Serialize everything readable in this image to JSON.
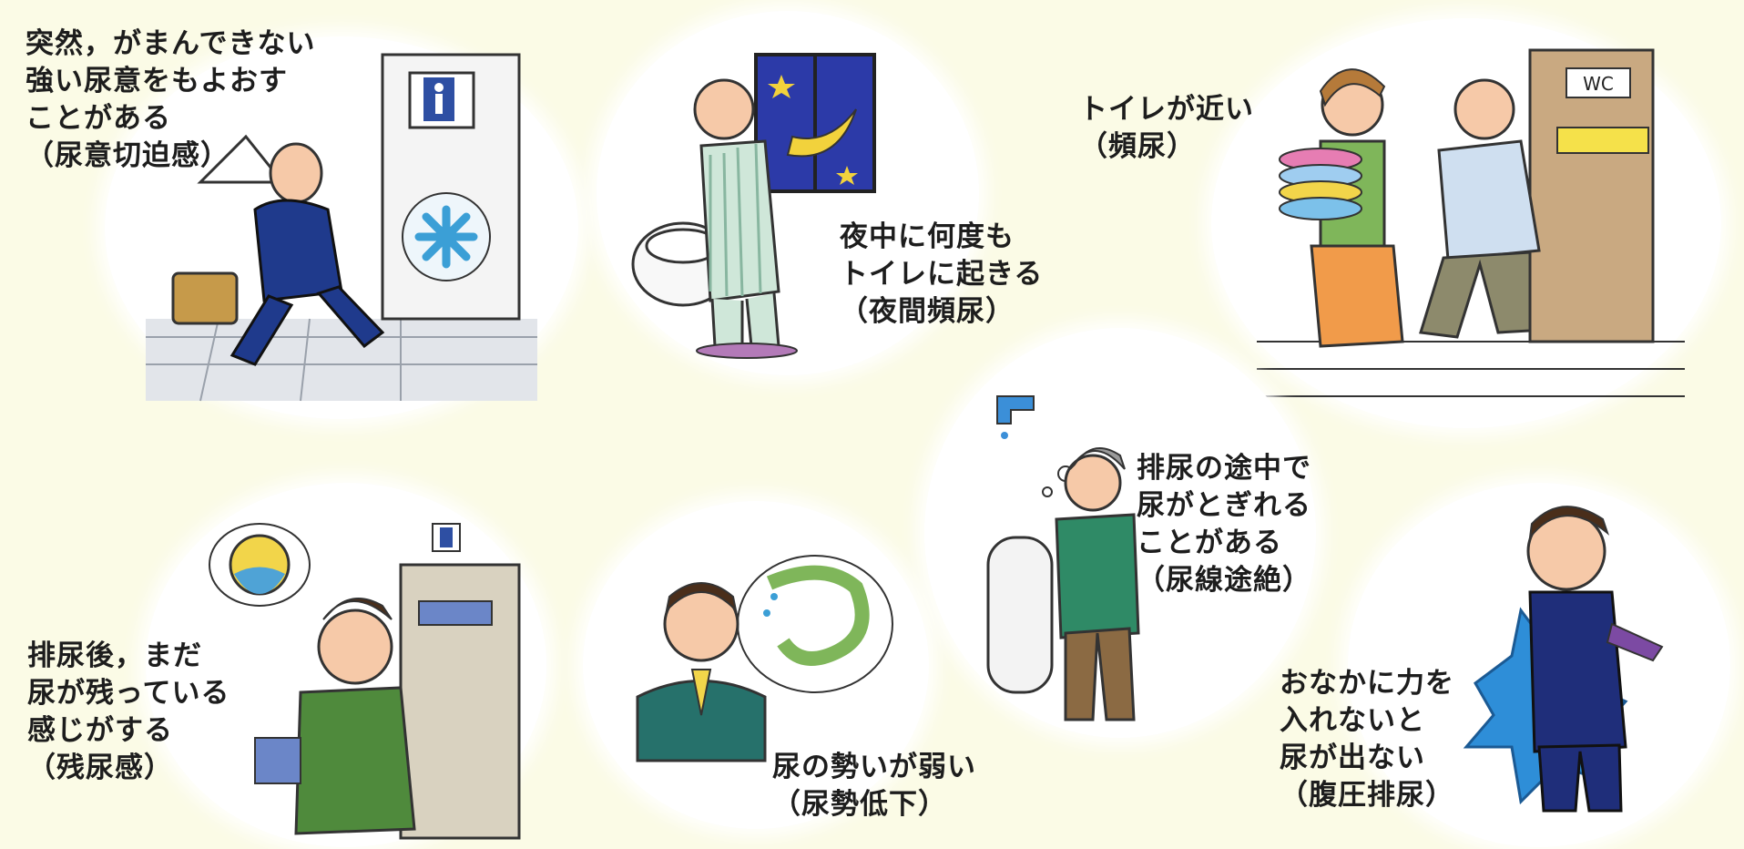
{
  "panels": [
    {
      "id": "urgency",
      "lines": [
        "突然，がまんできない",
        "強い尿意をもよおす",
        "ことがある",
        "（尿意切迫感）"
      ],
      "icon": "toilet-sign-icon"
    },
    {
      "id": "nocturia",
      "lines": [
        "夜中に何度も",
        "トイレに起きる",
        "（夜間頻尿）"
      ],
      "icon": "moon-icon"
    },
    {
      "id": "frequency",
      "lines": [
        "トイレが近い",
        "（頻尿）"
      ],
      "door_sign": "WC"
    },
    {
      "id": "intermittency",
      "lines": [
        "排尿の途中で",
        "尿がとぎれる",
        "ことがある",
        "（尿線途絶）"
      ],
      "icon": "faucet-icon"
    },
    {
      "id": "residual",
      "lines": [
        "排尿後，まだ",
        "尿が残っている",
        "感じがする",
        "（残尿感）"
      ],
      "icon": "bladder-icon"
    },
    {
      "id": "weak-stream",
      "lines": [
        "尿の勢いが弱い",
        "（尿勢低下）"
      ],
      "icon": "hose-icon"
    },
    {
      "id": "straining",
      "lines": [
        "おなかに力を",
        "入れないと",
        "尿が出ない",
        "（腹圧排尿）"
      ],
      "icon": "strain-burst-icon"
    }
  ],
  "colors": {
    "background": "#fbfbe6",
    "suit_blue": "#1f3a8c",
    "green": "#4f8a3c",
    "pajama": "#cfe7d9",
    "door": "#c9a981",
    "night_sky": "#2c3aa8",
    "moon": "#f2d23c"
  }
}
